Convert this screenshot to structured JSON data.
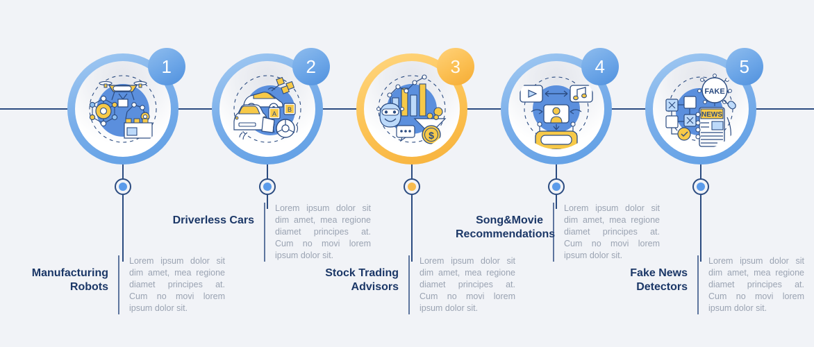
{
  "theme": {
    "background": "#f1f3f7",
    "line": "#2b4b80",
    "title_color": "#1b3767",
    "body_color": "#9aa3b2",
    "blue": "#5b9bea",
    "accent_yellow": "#f7bb4e"
  },
  "shared": {
    "description": "Lorem ipsum dolor sit dim amet, mea regione diamet principes at. Cum no movi lorem ipsum dolor sit."
  },
  "steps": [
    {
      "number": "1",
      "title": "Manufacturing Robots",
      "description": "Lorem ipsum dolor sit dim amet, mea regione diamet principes at. Cum no movi lorem ipsum dolor sit.",
      "accent": false,
      "icon": "manufacturing-robots-illustration"
    },
    {
      "number": "2",
      "title": "Driverless Cars",
      "description": "Lorem ipsum dolor sit dim amet, mea regione diamet principes at. Cum no movi lorem ipsum dolor sit.",
      "accent": false,
      "icon": "driverless-cars-illustration"
    },
    {
      "number": "3",
      "title": "Stock Trading Advisors",
      "description": "Lorem ipsum dolor sit dim amet, mea regione diamet principes at. Cum no movi lorem ipsum dolor sit.",
      "accent": true,
      "icon": "stock-trading-illustration"
    },
    {
      "number": "4",
      "title": "Song&Movie Recommendations",
      "description": "Lorem ipsum dolor sit dim amet, mea regione diamet principes at. Cum no movi lorem ipsum dolor sit.",
      "accent": false,
      "icon": "song-movie-recommendation-illustration"
    },
    {
      "number": "5",
      "title": "Fake News Detectors",
      "description": "Lorem ipsum dolor sit dim amet, mea regione diamet principes at. Cum no movi lorem ipsum dolor sit.",
      "accent": false,
      "icon": "fake-news-detector-illustration"
    }
  ]
}
